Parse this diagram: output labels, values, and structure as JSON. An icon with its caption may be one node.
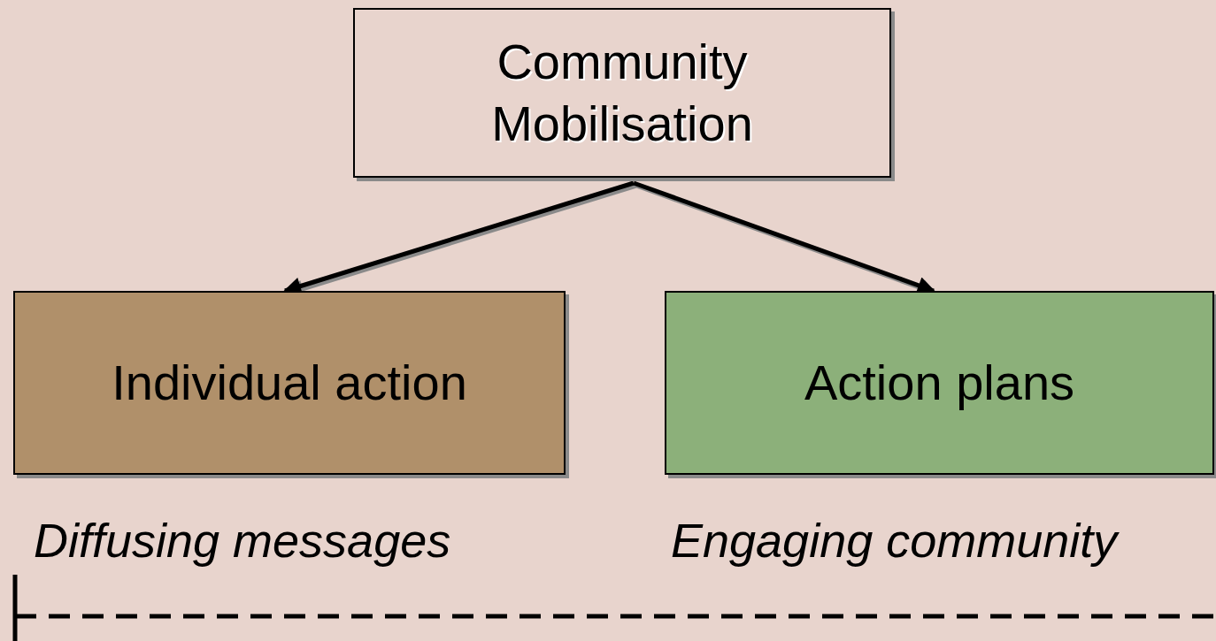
{
  "diagram": {
    "nodes": [
      {
        "text": [
          "Community Mobilisation"
        ]
      },
      {
        "text": [
          "Individual action"
        ],
        "beside": [
          "Diffusing messages"
        ]
      },
      {
        "text": [
          "Action plans"
        ],
        "beside": [
          "Engaging community"
        ]
      }
    ],
    "edges": [
      {
        "from": 0,
        "to": 1,
        "arrow": "to"
      },
      {
        "from": 0,
        "to": 2,
        "arrow": "to"
      }
    ]
  }
}
